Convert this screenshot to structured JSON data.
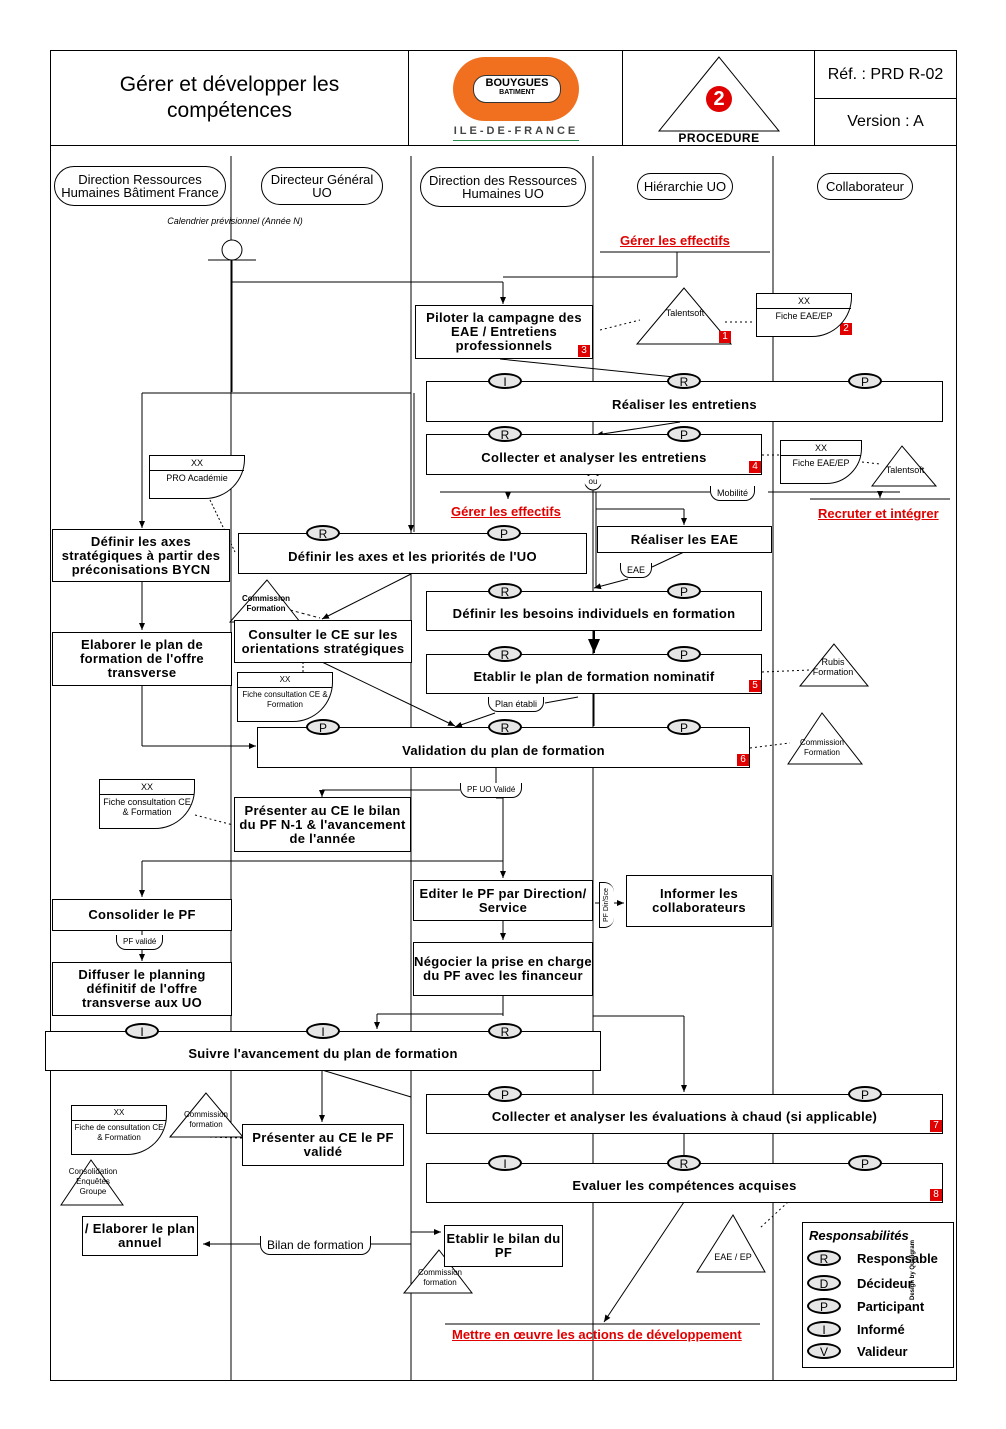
{
  "header": {
    "title": "Gérer et développer les compétences",
    "logo": {
      "brand": "BOUYGUES",
      "sub": "BATIMENT",
      "region": "ILE-DE-FRANCE",
      "color": "#f07020"
    },
    "procedure": {
      "number": "2",
      "label": "PROCEDURE"
    },
    "reference": "Réf. : PRD R-02",
    "version": "Version : A"
  },
  "lanes": [
    {
      "label": "Direction Ressources Humaines Bâtiment France"
    },
    {
      "label": "Directeur Général UO"
    },
    {
      "label": "Direction des Ressources Humaines UO"
    },
    {
      "label": "Hiérarchie UO"
    },
    {
      "label": "Collaborateur"
    }
  ],
  "start": {
    "label": "Calendrier prévisionnel (Année N)"
  },
  "links": {
    "gerer_top": "Gérer les effectifs",
    "gerer_mid": "Gérer les effectifs",
    "recruter": "Recruter et intégrer",
    "mettre": "Mettre en œuvre les actions de développement"
  },
  "boxes": {
    "piloter": "Piloter la campagne des EAE / Entretiens professionnels",
    "realiser_entretiens": "Réaliser les entretiens",
    "collecter_entretiens": "Collecter et analyser les entretiens",
    "realiser_eae": "Réaliser les EAE",
    "definir_axes_bycn": "Définir les axes stratégiques à partir des préconisations BYCN",
    "definir_axes_uo": "Définir les axes et les priorités de l'UO",
    "definir_besoins": "Définir les besoins individuels en formation",
    "consulter_ce": "Consulter le CE sur les orientations stratégiques",
    "elaborer_offre": "Elaborer le plan de formation de l'offre transverse",
    "etablir_nominatif": "Etablir le plan de formation nominatif",
    "validation": "Validation du plan de formation",
    "presenter_bilan": "Présenter au CE le bilan du PF N-1 & l'avancement de l'année",
    "consolider": "Consolider le PF",
    "diffuser": "Diffuser le planning définitif de l'offre transverse aux UO",
    "editer": "Editer le PF par Direction/ Service",
    "informer": "Informer les collaborateurs",
    "negocier": "Négocier la prise en charge du PF avec les financeur",
    "suivre": "Suivre l'avancement du plan de formation",
    "collecter_evaluations": "Collecter et analyser les évaluations à chaud (si applicable)",
    "evaluer": "Evaluer les compétences acquises",
    "presenter_pf": "Présenter au CE le PF validé",
    "elaborer_annuel": "/ Elaborer le plan annuel",
    "etablir_bilan": "Etablir le bilan du PF"
  },
  "roles": {
    "realiser_entretiens": [
      "I",
      "R",
      "P"
    ],
    "collecter_entretiens": [
      "R",
      "P"
    ],
    "definir_axes_uo": [
      "R",
      "P"
    ],
    "definir_besoins": [
      "R",
      "P"
    ],
    "etablir_nominatif": [
      "R",
      "P"
    ],
    "validation": [
      "P",
      "R",
      "P"
    ],
    "suivre": [
      "I",
      "I",
      "R"
    ],
    "collecter_evaluations": [
      "P",
      "P"
    ],
    "evaluer": [
      "I",
      "R",
      "P"
    ]
  },
  "step_numbers": {
    "talentsoft_1": "1",
    "fiche_2": "2",
    "piloter": "3",
    "collecter": "4",
    "nominatif": "5",
    "validation": "6",
    "evaluations": "7",
    "evaluer": "8"
  },
  "documents": {
    "fiche_eae_1": {
      "head": "XX",
      "body": "Fiche EAE/EP"
    },
    "fiche_eae_2": {
      "head": "XX",
      "body": "Fiche EAE/EP"
    },
    "pro_academie": {
      "head": "XX",
      "body": "PRO Académie"
    },
    "fiche_consult_1": {
      "head": "XX",
      "body": "Fiche consultation CE & Formation"
    },
    "fiche_consult_2": {
      "head": "XX",
      "body": "Fiche consultation CE & Formation"
    },
    "fiche_consult_3": {
      "head": "XX",
      "body": "Fiche de consultation CE & Formation"
    }
  },
  "systems": {
    "talentsoft_1": "Talentsoft",
    "talentsoft_2": "Talentsoft",
    "commission_1": "Commission Formation",
    "rubis": "Rubis Formation",
    "commission_2": "Commission Formation",
    "commission_3": "Commission formation",
    "consolidation": "Consolidation Enquêtes Groupe",
    "commission_4": "Commission formation",
    "eae_ep": "EAE / EP"
  },
  "flows": {
    "ou": "ou",
    "mobilite": "Mobilité",
    "eae": "EAE",
    "plan_etabli": "Plan établi",
    "pf_uo_valide": "PF UO Validé",
    "pf_valide": "PF validé",
    "pf_dir_sce": "PF Dir/Sce",
    "bilan": "Bilan de formation"
  },
  "legend": {
    "title": "Responsabilités",
    "items": [
      {
        "code": "R",
        "label": "Responsable"
      },
      {
        "code": "D",
        "label": "Décideur"
      },
      {
        "code": "P",
        "label": "Participant"
      },
      {
        "code": "I",
        "label": "Informé"
      },
      {
        "code": "V",
        "label": "Valideur"
      }
    ]
  },
  "footer_credit": "Design by Qualigram",
  "colors": {
    "link": "#e00000",
    "pill_fill": "#e6e6e6",
    "step_badge": "#e00000"
  }
}
